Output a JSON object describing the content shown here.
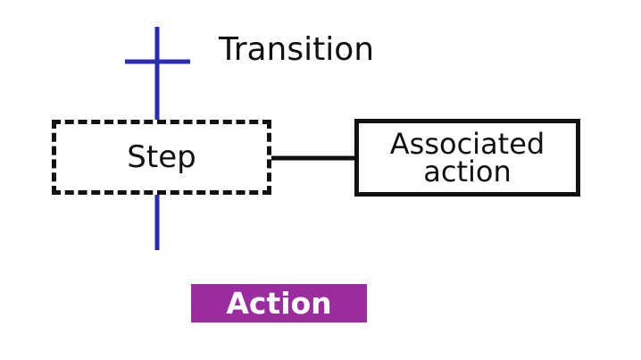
{
  "diagram": {
    "transition_label": "Transition",
    "step_label": "Step",
    "associated_action_label": "Associated\naction"
  },
  "action_button": {
    "label": "Action"
  },
  "colors": {
    "transition_line": "#2b2bb5",
    "outline": "#111111",
    "action_button_bg": "#9b2ca0",
    "background": "#ffffff"
  }
}
